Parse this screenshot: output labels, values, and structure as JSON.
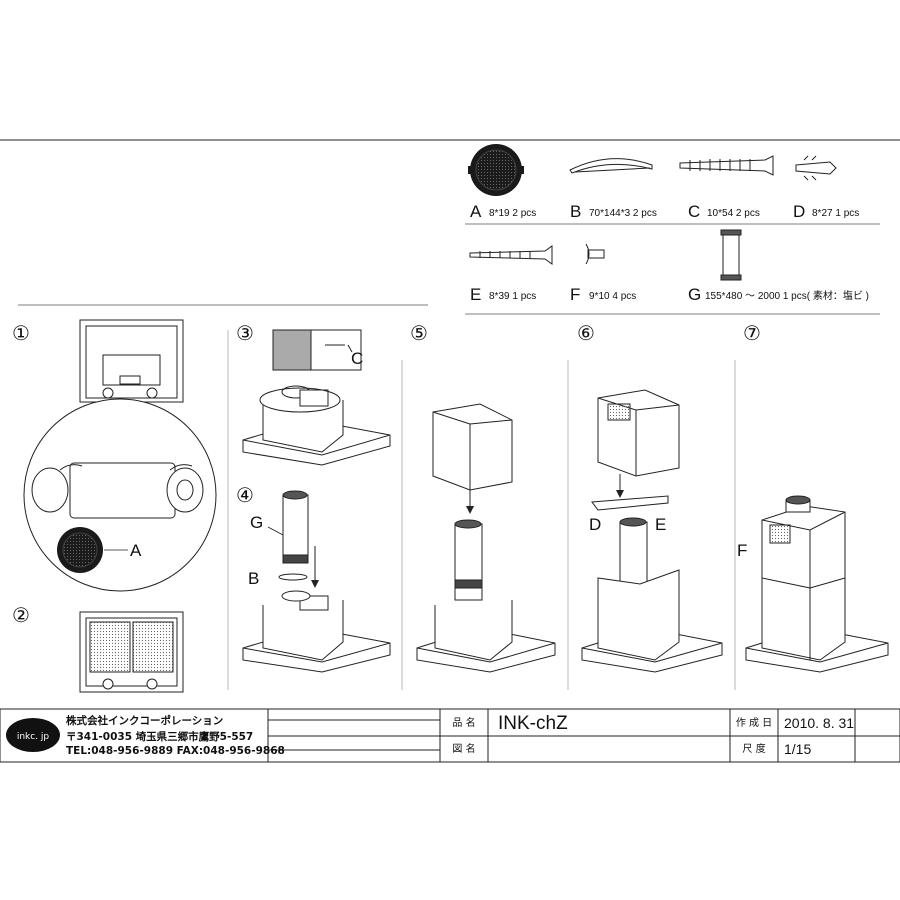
{
  "parts": [
    {
      "letter": "A",
      "spec": "8*19 2 pcs"
    },
    {
      "letter": "B",
      "spec": "70*144*3 2 pcs"
    },
    {
      "letter": "C",
      "spec": "10*54 2 pcs"
    },
    {
      "letter": "D",
      "spec": "8*27 1 pcs"
    },
    {
      "letter": "E",
      "spec": "8*39 1 pcs"
    },
    {
      "letter": "F",
      "spec": "9*10 4 pcs"
    },
    {
      "letter": "G",
      "spec": "155*480 ～ 2000  1 pcs( 素材：塩ビ )"
    }
  ],
  "steps": [
    "①",
    "②",
    "③",
    "④",
    "⑤",
    "⑥",
    "⑦"
  ],
  "callouts": {
    "a": "A",
    "b": "B",
    "c": "C",
    "d": "D",
    "e": "E",
    "f": "F",
    "g": "G"
  },
  "title_block": {
    "logo": "inkc. jp",
    "company": "株式会社インクコーポレーション",
    "address": "〒341-0035 埼玉県三郷市鷹野5-557",
    "phone": "TEL:048-956-9889  FAX:048-956-9868",
    "product_name_label": "品 名",
    "product_name": "INK-chZ",
    "drawing_name_label": "図 名",
    "date_label": "作 成 日",
    "date": "2010. 8. 31",
    "scale_label": "尺 度",
    "scale": "1/15"
  }
}
